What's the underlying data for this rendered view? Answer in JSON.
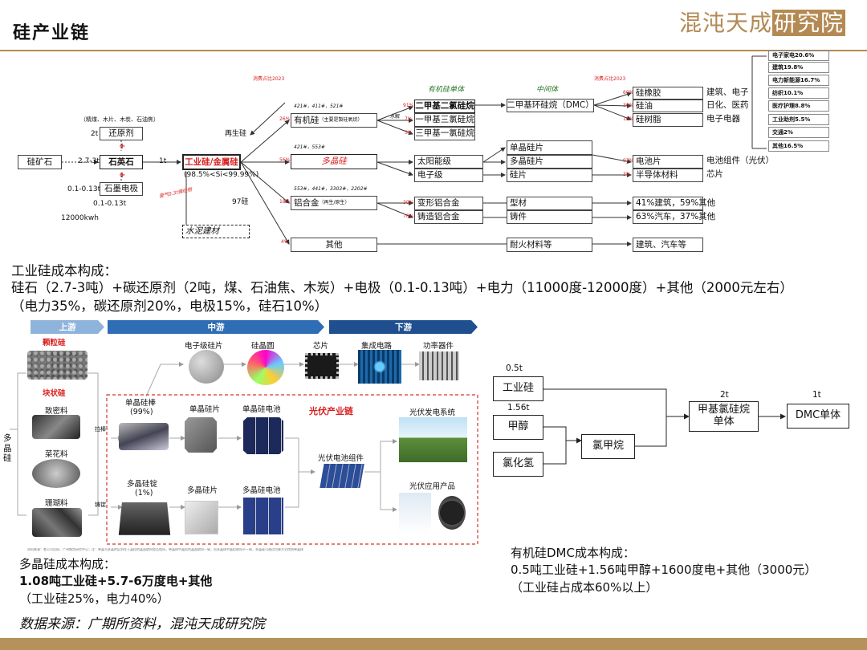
{
  "header": {
    "title": "硅产业链",
    "brand_left": "混沌天成",
    "brand_right": "研究院"
  },
  "top": {
    "raw_note": "（精煤、木片、木炭、石油焦）",
    "ore": "硅矿石",
    "ore_qty": "2.7-3t",
    "reducer_qty": "2t",
    "reducer": "还原剂",
    "plus1": "+",
    "quartz": "石英石",
    "plus2": "+",
    "electrode_qty": "0.1-0.13t",
    "electrode": "石墨电极",
    "electrode_qty2": "0.1-0.13t",
    "power": "12000kwh",
    "ind_qty": "1t",
    "ind_si": "工业硅/金属硅",
    "purity": "(98.5%<Si<99.99%)",
    "waste_note": "废气0.3t微硅粉",
    "cement": "水泥建材",
    "recycle": "再生硅",
    "si97": "97硅",
    "consume_left": "消费占比2023",
    "consume_right": "消费占比2023",
    "organic_grades": "421#，411#，521#",
    "organic": "有机硅",
    "organic_note": "（主要是製硅氧烷）",
    "poly_grades": "421#，553#",
    "poly": "多晶硅",
    "alloy_grades": "553#，441#，3303#，2202#",
    "alloy": "铝合金",
    "alloy_note": "（再生/原生）",
    "other": "其他",
    "pct_organic": "26%",
    "pct_poly": "56%",
    "pct_alloy": "18%",
    "pct_other": "4%",
    "monomer_head": "有机硅单体",
    "mid_head": "中间体",
    "monomers": [
      "二甲基二氯硅烷",
      "一甲基三氯硅烷",
      "三甲基一氯硅烷"
    ],
    "mono_pcts": [
      "91%",
      "7%",
      "3%"
    ],
    "hydrolysis": "水解",
    "dmc": "二甲基环硅烷（DMC）",
    "rubber": "硅橡胶",
    "oil": "硅油",
    "resin": "硅树脂",
    "rub_pct": "60%",
    "oil_pct": "30%",
    "res_pct": "10%",
    "rubber_use": "建筑、电子",
    "oil_use": "日化、医药",
    "resin_use": "电子电器",
    "solar_grade": "太阳能级",
    "elec_grade": "电子级",
    "mono_wafer": "单晶硅片",
    "poly_wafer": "多晶硅片",
    "wafer": "硅片",
    "cell": "电池片",
    "semi": "半导体材料",
    "cell_pct": "97%",
    "semi_pct": "3%",
    "module": "电池组件（光伏）",
    "chip": "芯片",
    "wrought": "变形铝合金",
    "cast": "铸造铝合金",
    "wrought_pct": "30%",
    "cast_pct": "70%",
    "profile": "型材",
    "casting": "铸件",
    "profile_use": "41%建筑，59%其他",
    "casting_use": "63%汽车，37%其他",
    "refractory": "耐火材料等",
    "other_use": "建筑、汽车等",
    "consumption": [
      "电子家电20.6%",
      "建筑19.8%",
      "电力新能源16.7%",
      "纺织10.1%",
      "医疗护理8.8%",
      "工业助剂5.5%",
      "交通2%",
      "其他16.5%"
    ]
  },
  "cost1": {
    "heading": "工业硅成本构成：",
    "line1": "硅石（2.7-3吨）+碳还原剂（2吨，煤、石油焦、木炭）+电极（0.1-0.13吨）+电力（11000度-12000度）+其他（2000元左右）",
    "line2": "（电力35%，碳还原剂20%，电极15%，硅石10%）"
  },
  "mid": {
    "upstream": "上游",
    "midstream": "中游",
    "downstream": "下游",
    "granular": "颗粒硅",
    "lump": "块状硅",
    "dense": "致密料",
    "cauliflower": "菜花料",
    "coral": "珊瑚料",
    "poly_si": "多晶硅",
    "pull": "拉棒",
    "cast": "铸锭",
    "e_wafer": "电子级硅片",
    "si_round": "硅晶圆",
    "chip": "芯片",
    "ic": "集成电路",
    "power_dev": "功率器件",
    "mono_rod": "单晶硅棒",
    "mono_rod_pct": "(99%)",
    "mono_wafer": "单晶硅片",
    "mono_cell": "单晶硅电池",
    "pv_chain": "光伏产业链",
    "pv_system": "光伏发电系统",
    "ingot": "多晶硅锭",
    "ingot_pct": "(1%)",
    "poly_wafer": "多晶硅片",
    "poly_cell": "多晶硅电池",
    "pv_module": "光伏电池组件",
    "pv_app": "光伏应用产品",
    "footnote": "资料来源：各公司官网，广州期货研究中心；注：单晶与多晶的区别在于晶粒的晶面取向是否相同，单晶体中晶粒的晶面取向一致，而多晶体中晶粒取向不一致，多晶硅可通过拉棒方式得到单晶体"
  },
  "dmc_flow": {
    "ind_qty": "0.5t",
    "ind": "工业硅",
    "meoh_qty": "1.56t",
    "meoh": "甲醇",
    "hcl": "氯化氢",
    "chloro": "氯甲烷",
    "mono_qty": "2t",
    "mono": "甲基氯硅烷单体",
    "dmc_qty": "1t",
    "dmc": "DMC单体"
  },
  "cost2": {
    "heading": "多晶硅成本构成：",
    "line1": "1.08吨工业硅+5.7-6万度电+其他",
    "line2": "（工业硅25%，电力40%）"
  },
  "cost3": {
    "heading": "有机硅DMC成本构成：",
    "line1": "0.5吨工业硅+1.56吨甲醇+1600度电+其他（3000元）",
    "line2": "（工业硅占成本60%以上）"
  },
  "source": "数据来源：广期所资料，混沌天成研究院"
}
